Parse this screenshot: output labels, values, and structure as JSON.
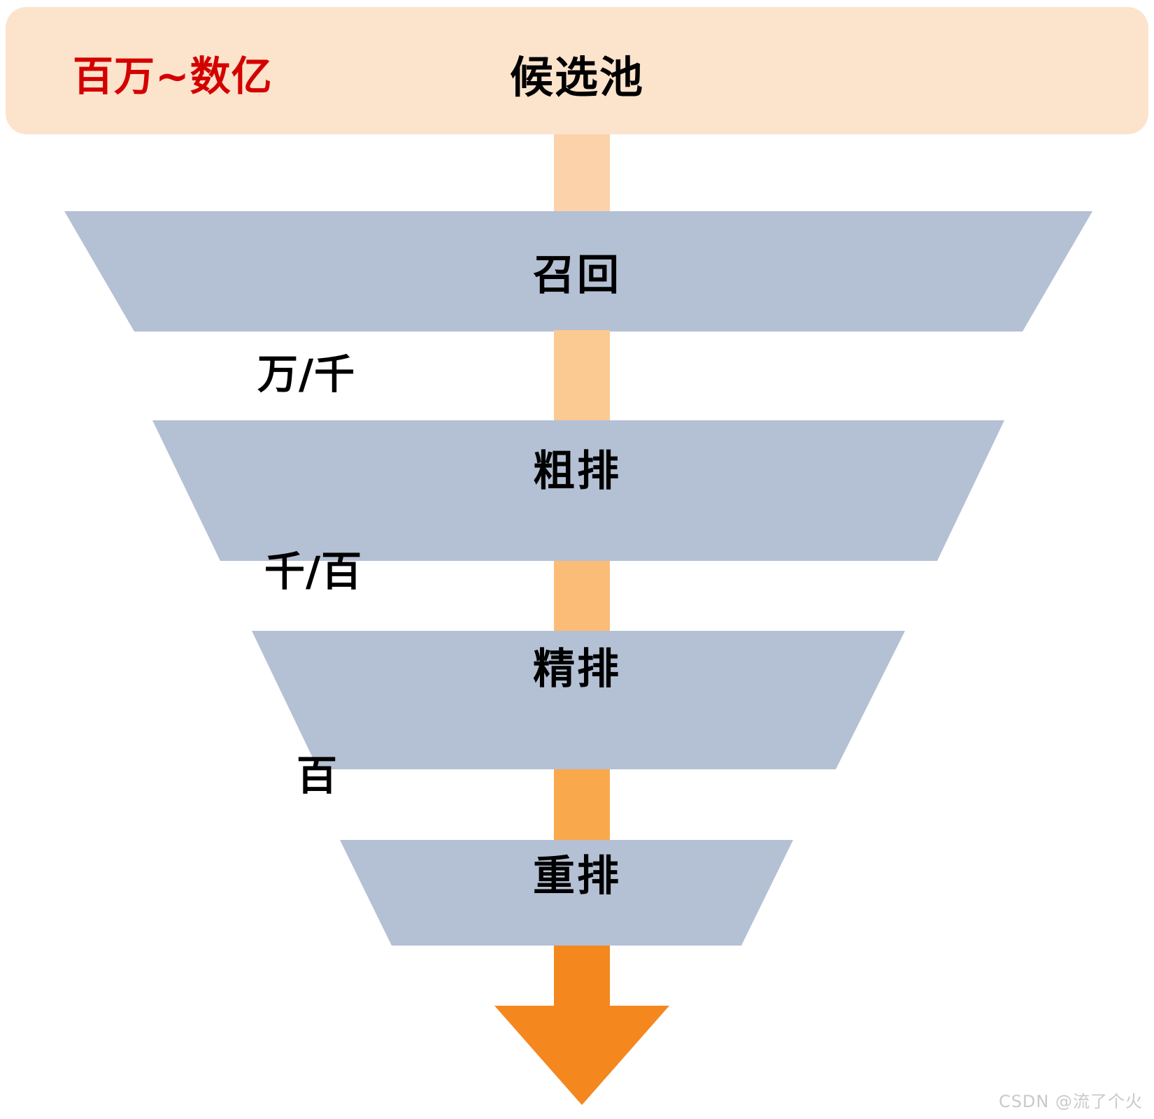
{
  "header": {
    "scale_label": "百万~数亿",
    "title": "候选池",
    "background_color": "#FCE3CC",
    "scale_color": "#D40000",
    "title_color": "#000000"
  },
  "funnel": {
    "stage_fill_color": "#B4C0D3",
    "stages": [
      {
        "id": "recall",
        "label": "召回"
      },
      {
        "id": "pre-rank",
        "label": "粗排"
      },
      {
        "id": "fine-rank",
        "label": "精排"
      },
      {
        "id": "re-rank",
        "label": "重排"
      }
    ],
    "gap_labels": [
      {
        "id": "after-recall",
        "label": "万/千"
      },
      {
        "id": "after-pre-rank",
        "label": "千/百"
      },
      {
        "id": "after-fine-rank",
        "label": "百"
      }
    ]
  },
  "arrow": {
    "shaft_colors": [
      "#FBD2A9",
      "#FBC992",
      "#FABC77",
      "#F9A94B"
    ],
    "head_color": "#F5871F"
  },
  "watermark": {
    "text": "CSDN @流了个火",
    "color": "#c9c9c9"
  },
  "chart_data": {
    "type": "funnel",
    "title": "候选池",
    "stages": [
      {
        "name": "候选池",
        "magnitude": "百万~数亿",
        "top_width": 1634,
        "bottom_width": 1634
      },
      {
        "name": "召回",
        "magnitude": "万/千",
        "top_width": 1470,
        "bottom_width": 1270
      },
      {
        "name": "粗排",
        "magnitude": "千/百",
        "top_width": 1218,
        "bottom_width": 1025
      },
      {
        "name": "精排",
        "magnitude": "百",
        "top_width": 934,
        "bottom_width": 740
      },
      {
        "name": "重排",
        "magnitude": "",
        "top_width": 648,
        "bottom_width": 450
      }
    ],
    "orientation": "vertical",
    "direction": "descending",
    "legend": "none",
    "grid": false
  }
}
